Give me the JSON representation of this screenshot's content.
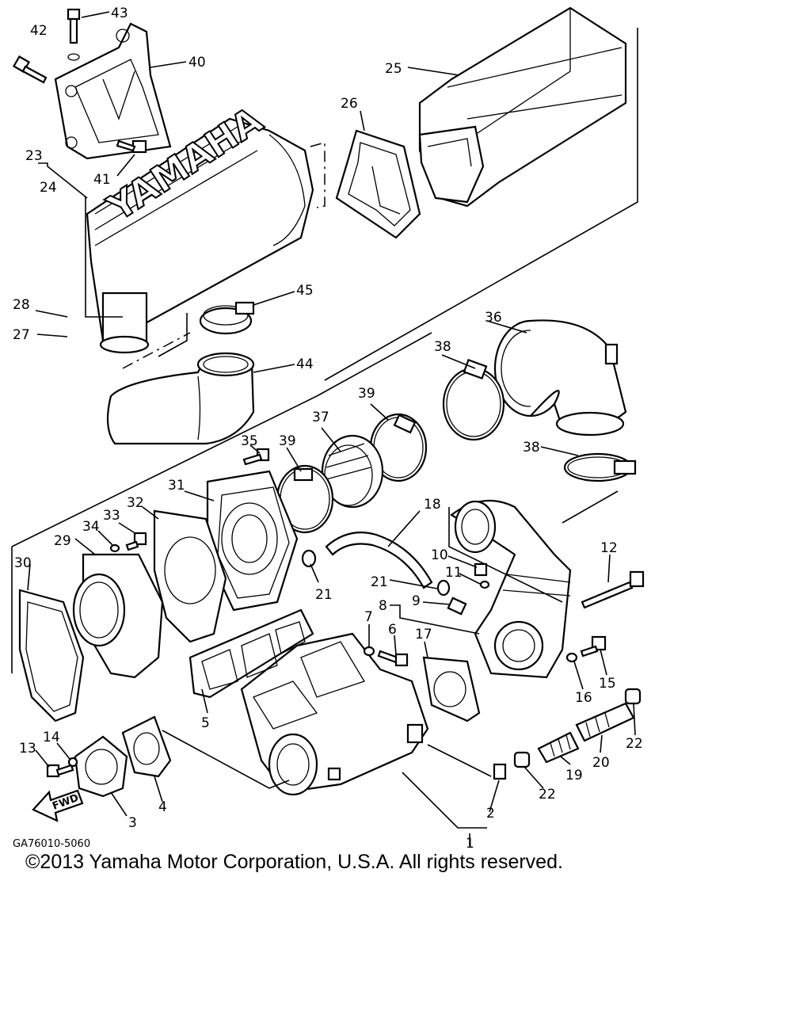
{
  "diagram": {
    "brand_text": "YAMAHA",
    "fwd_text": "FWD",
    "diagram_code": "GA76010-5060",
    "copyright": "©2013 Yamaha Motor Corporation, U.S.A. All rights reserved.",
    "callouts": [
      "43",
      "42",
      "40",
      "25",
      "26",
      "23",
      "41",
      "24",
      "28",
      "27",
      "45",
      "44",
      "36",
      "38",
      "39",
      "37",
      "35",
      "39",
      "31",
      "32",
      "33",
      "34",
      "29",
      "30",
      "18",
      "10",
      "11",
      "12",
      "21",
      "21",
      "8",
      "9",
      "7",
      "6",
      "17",
      "5",
      "16",
      "15",
      "13",
      "14",
      "3",
      "4",
      "22",
      "19",
      "20",
      "22",
      "2",
      "1",
      "38"
    ]
  }
}
